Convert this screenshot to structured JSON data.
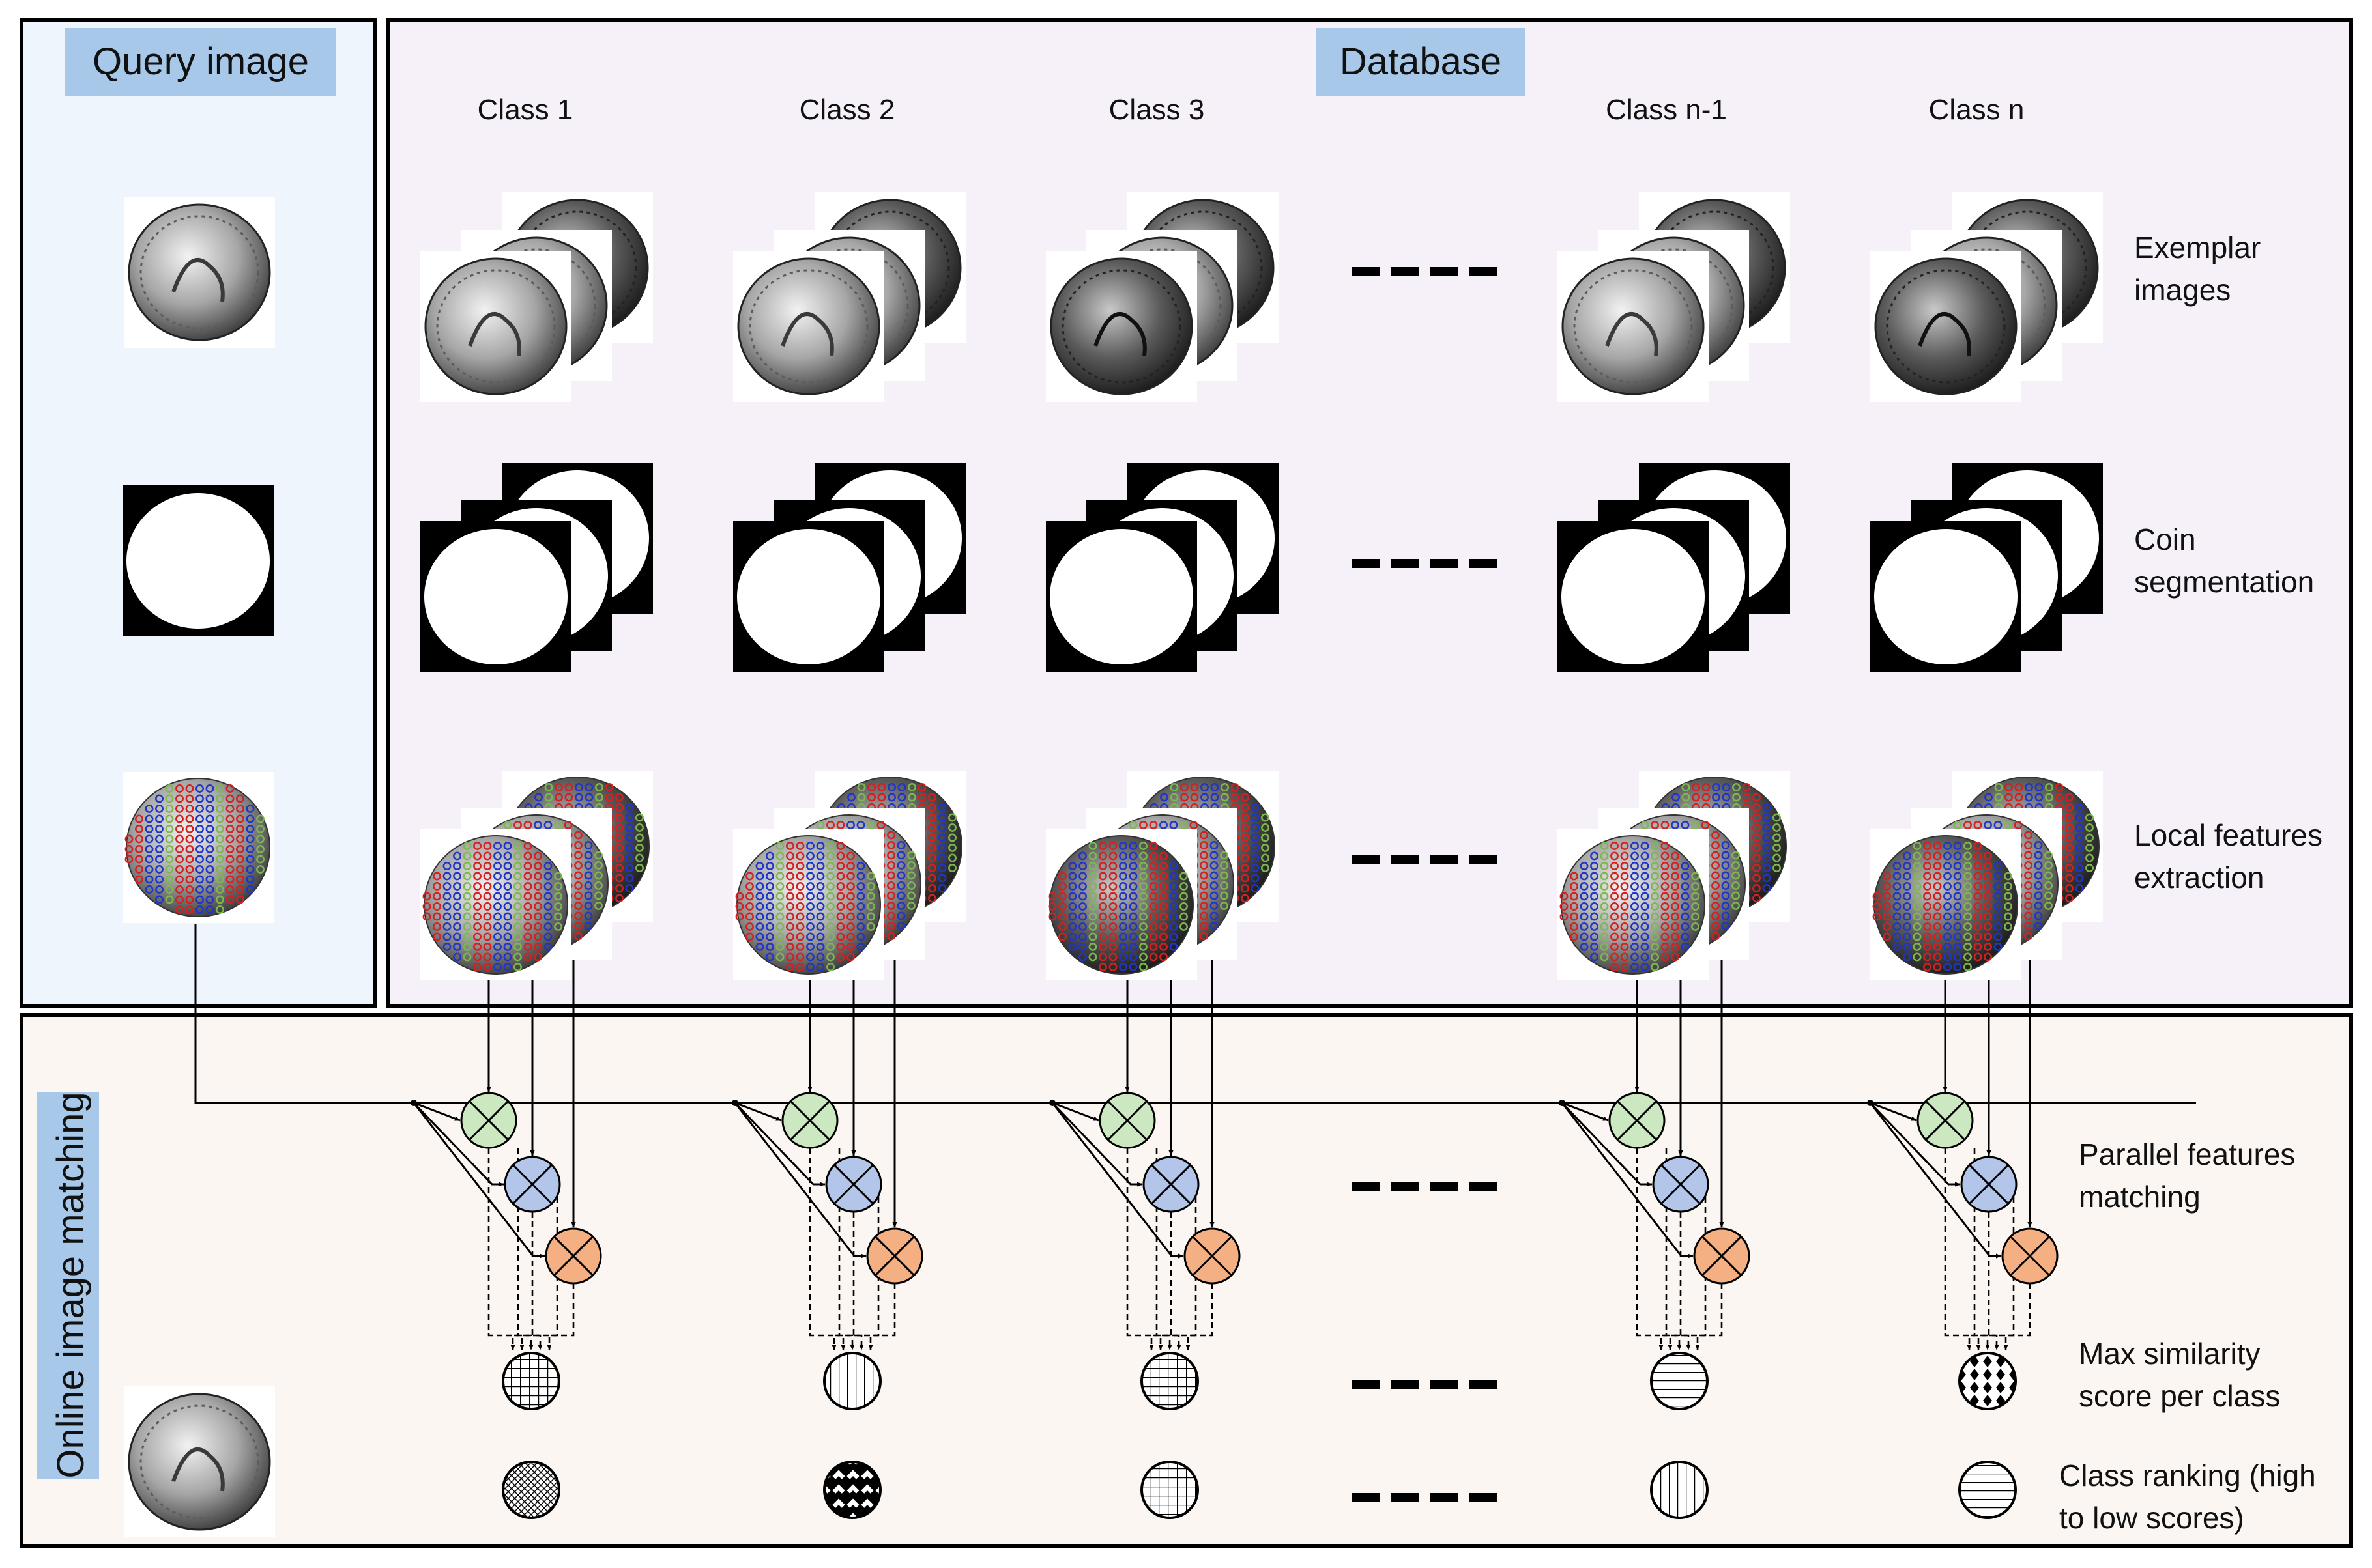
{
  "query_panel": {
    "title": "Query image"
  },
  "database_panel": {
    "title": "Database",
    "classes": [
      "Class 1",
      "Class 2",
      "Class 3",
      "Class n-1",
      "Class n"
    ]
  },
  "row_labels": {
    "exemplar": [
      "Exemplar",
      "images"
    ],
    "segmentation": [
      "Coin",
      "segmentation"
    ],
    "local_features": [
      "Local features",
      "extraction"
    ],
    "matching": [
      "Parallel features",
      "matching"
    ],
    "max_similarity": [
      "Max similarity",
      "score per class"
    ],
    "ranking": [
      "Class ranking (high",
      "to low scores)"
    ]
  },
  "matching_panel": {
    "title": "Online image matching"
  },
  "colors": {
    "query_panel_bg": "#eef5fc",
    "database_panel_bg": "#f6f1f8",
    "matching_panel_bg": "#fbf6f2",
    "title_badge": "#a7c8e8",
    "operator_green": "#cce8c0",
    "operator_blue": "#b3c6ea",
    "operator_orange": "#f4b083",
    "feature_red": "#d42020",
    "feature_blue": "#1f35c8",
    "feature_green": "#7db84f"
  },
  "icons": {
    "operator": "circled-times-icon",
    "coin": "coin-image-icon",
    "mask": "binary-mask-icon",
    "score": "hatched-score-icon"
  }
}
